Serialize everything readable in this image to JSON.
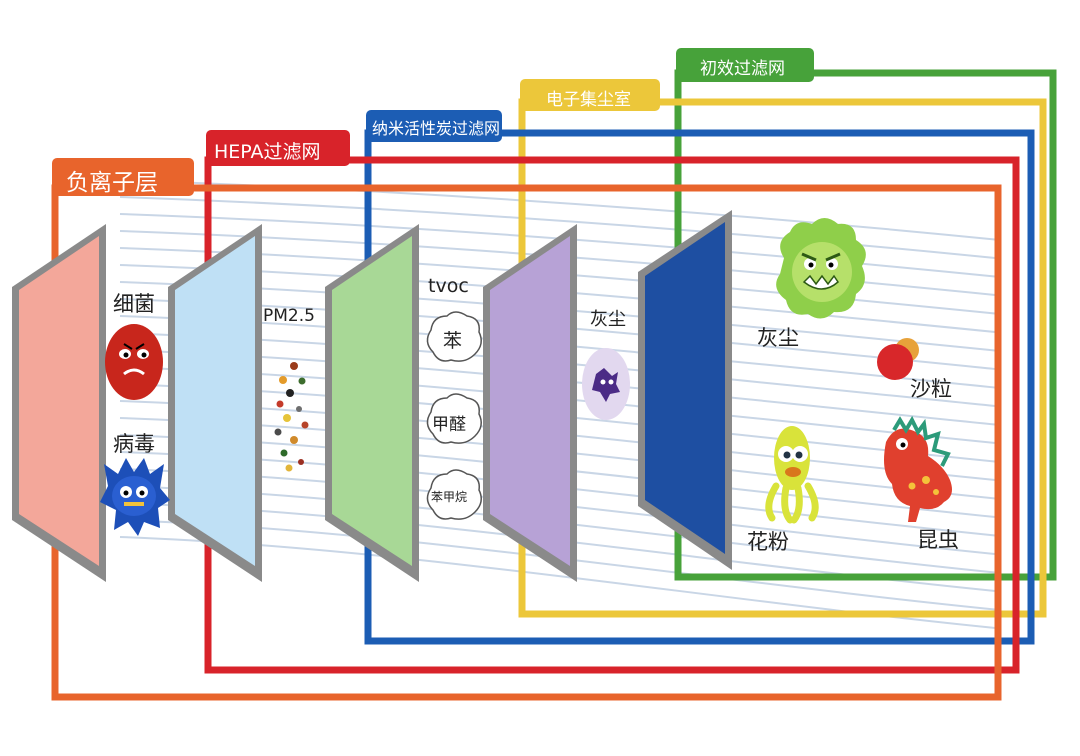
{
  "colors": {
    "negative_ion": "#e8642c",
    "hepa": "#d8232a",
    "carbon": "#1c5db4",
    "collector": "#ecc73a",
    "primary": "#47a23a",
    "filter_pink": "#f3a79a",
    "filter_lightblue": "#bfe0f5",
    "filter_green": "#a8d896",
    "filter_purple": "#b7a2d6",
    "filter_navy": "#1e4fa2",
    "filter_edge": "#8a8a8a"
  },
  "layers": {
    "negative_ion": {
      "label": "负离子层"
    },
    "hepa": {
      "label": "HEPA过滤网"
    },
    "carbon": {
      "label": "纳米活性炭过滤网"
    },
    "collector": {
      "label": "电子集尘室"
    },
    "primary": {
      "label": "初效过滤网"
    }
  },
  "pollutants": {
    "bacteria": "细菌",
    "virus": "病毒",
    "pm25": "PM2.5",
    "tvoc": "tvoc",
    "benzene": "苯",
    "formaldehyde": "甲醛",
    "toluene": "苯甲烷",
    "fine_dust": "灰尘",
    "dust": "灰尘",
    "sand": "沙粒",
    "pollen": "花粉",
    "insect": "昆虫"
  }
}
